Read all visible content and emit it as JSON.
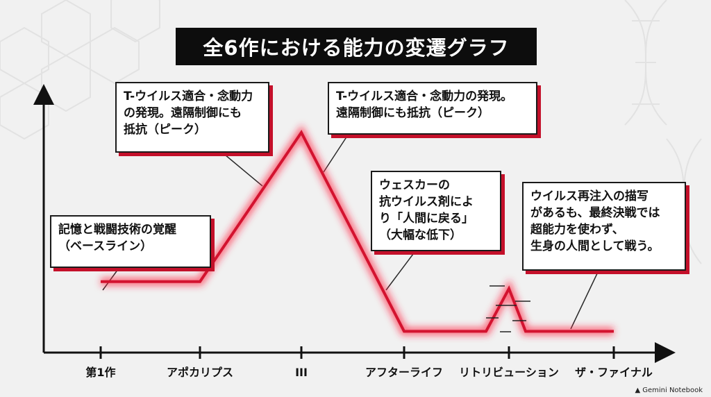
{
  "colors": {
    "line": "#d3132f",
    "glow": "#ff2442",
    "axis": "#111111",
    "shadow": "#c4102a"
  },
  "title": "全6作における能力の変遷グラフ",
  "logo": "Gemini Notebook",
  "chart_data": {
    "type": "line",
    "title": "全6作における能力の変遷グラフ",
    "xlabel": "",
    "ylabel": "",
    "categories": [
      "第1作",
      "アポカリプス",
      "III",
      "アフターライフ",
      "リトリビューション",
      "ザ・ファイナル"
    ],
    "series": [
      {
        "values": [
          2,
          2,
          6.2,
          0.6,
          1.8,
          0.6
        ]
      }
    ],
    "ylim": [
      0,
      7
    ],
    "grid": false,
    "annotations": [
      {
        "text": "記憶と戦闘技術の覚醒\n（ベースライン）"
      },
      {
        "text": "T-ウイルス適合・念動力\nの発現。遠隔制御にも\n抵抗（ピーク）"
      },
      {
        "text": "T-ウイルス適合・念動力の発現。\n遠隔制御にも抵抗（ピーク）"
      },
      {
        "text": "ウェスカーの\n抗ウイルス剤によ\nり「人間に戻る」\n（大幅な低下）"
      },
      {
        "text": "ウイルス再注入の描写\nがあるも、最終決戦では\n超能力を使わず、\n生身の人間として戦う。"
      }
    ]
  }
}
